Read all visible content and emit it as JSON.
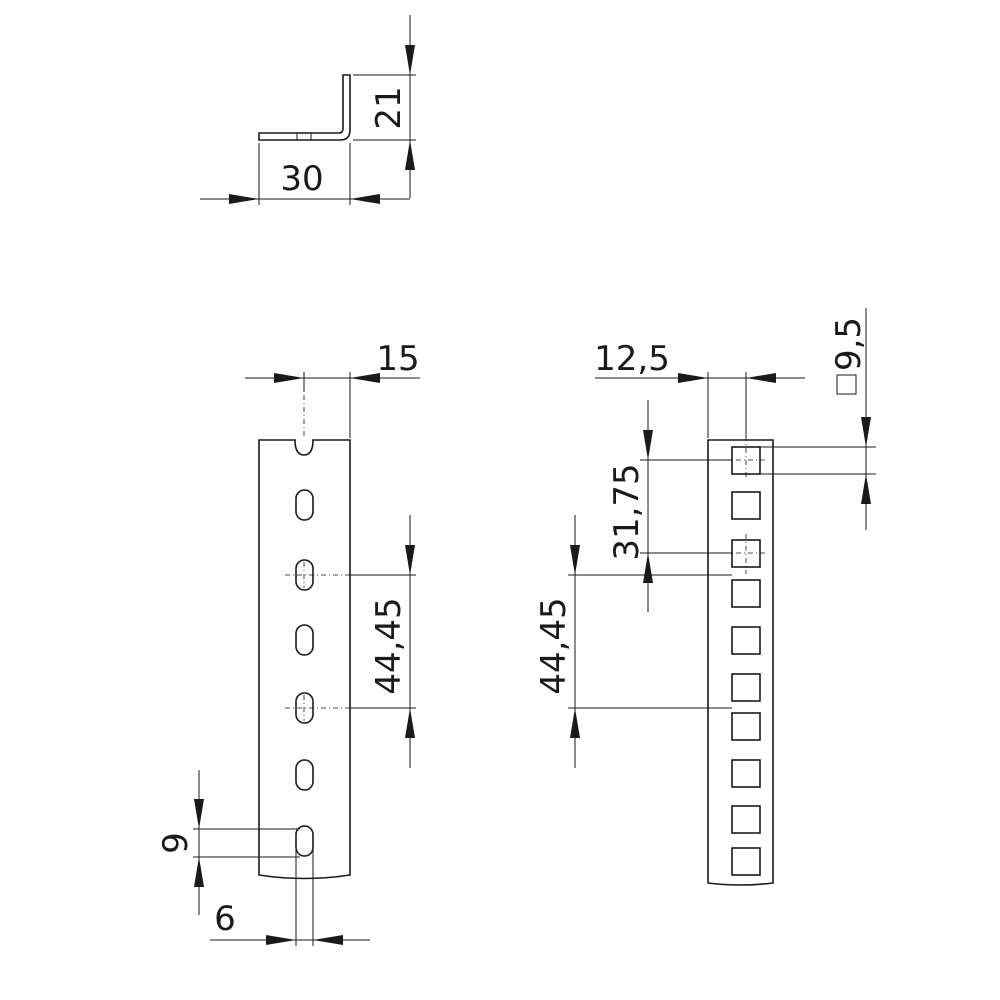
{
  "profile_view": {
    "dim_width": "30",
    "dim_height": "21"
  },
  "front_view": {
    "dim_width": "15",
    "dim_pitch": "44,45",
    "dim_slot_height": "9",
    "dim_slot_width": "6"
  },
  "side_view": {
    "dim_offset": "12,5",
    "dim_square": "9,5",
    "dim_first_pitch": "31,75",
    "dim_pitch": "44,45"
  }
}
